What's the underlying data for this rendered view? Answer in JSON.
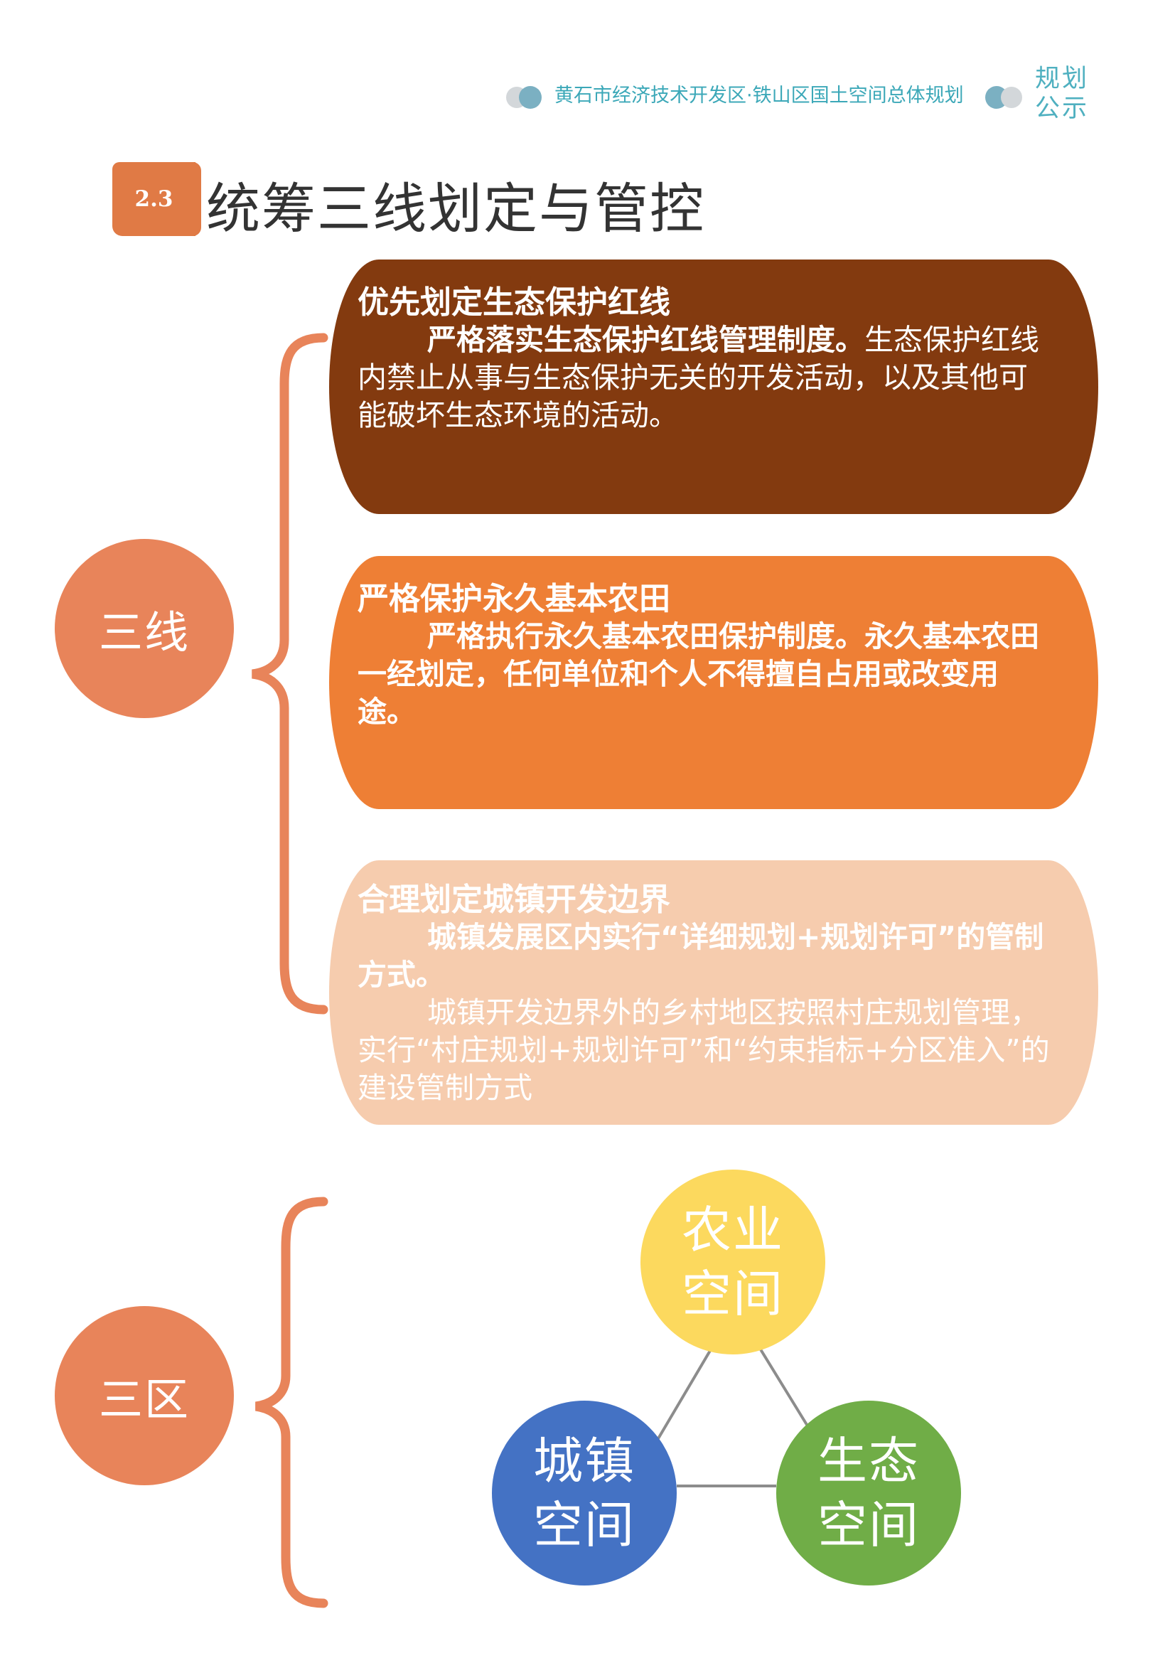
{
  "header": {
    "title": "黄石市经济技术开发区·铁山区国土空间总体规划",
    "right_line1": "规划",
    "right_line2": "公示"
  },
  "section": {
    "number": "2.3",
    "title": "统筹三线划定与管控"
  },
  "lines_group": {
    "label": "三线",
    "cards": [
      {
        "heading": "优先划定生态保护红线",
        "lead_bold": "严格落实生态保护红线管理制度。",
        "body": "生态保护红线内禁止从事与生态保护无关的开发活动，以及其他可能破坏生态环境的活动。",
        "color": "#833a0f"
      },
      {
        "heading": "严格保护永久基本农田",
        "lead_bold": "严格执行永久基本农田保护制度。永久基本农田一经划定，任何单位和个人不得擅自占用或改变用途。",
        "body": "",
        "color": "#ee7f35"
      },
      {
        "heading": "合理划定城镇开发边界",
        "lead_bold": "城镇发展区内实行“详细规划+规划许可”的管制方式。",
        "body": "城镇开发边界外的乡村地区按照村庄规划管理，实行“村庄规划+规划许可”和“约束指标+分区准入”的建设管制方式",
        "color": "#f6ccae"
      }
    ]
  },
  "zones_group": {
    "label": "三区",
    "zones": [
      {
        "line1": "农业",
        "line2": "空间",
        "color": "#fcd95e"
      },
      {
        "line1": "城镇",
        "line2": "空间",
        "color": "#4472c4"
      },
      {
        "line1": "生态",
        "line2": "空间",
        "color": "#70ad47"
      }
    ]
  },
  "colors": {
    "accent": "#e8845a",
    "header_text": "#3ca8b8",
    "connector": "#8c8c8c"
  }
}
